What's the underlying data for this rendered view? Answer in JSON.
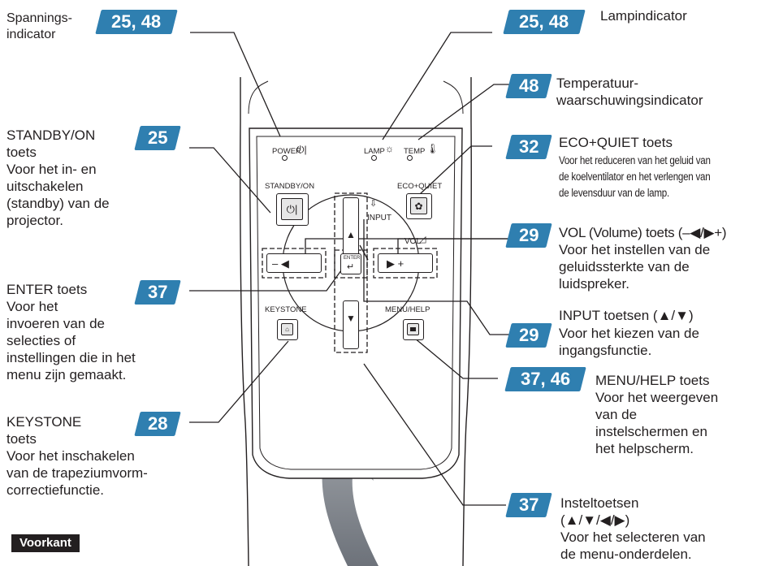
{
  "badges": {
    "power": "25, 48",
    "standby": "25",
    "enter": "37",
    "keystone": "28",
    "lamp": "25, 48",
    "temp": "48",
    "eco": "32",
    "vol": "29",
    "input": "29",
    "menu": "37, 46",
    "adjust": "37"
  },
  "left": {
    "power_title": [
      "Spannings-",
      "indicator"
    ],
    "standby_title": [
      "STANDBY/ON",
      "toets"
    ],
    "standby_desc": [
      "Voor het in- en",
      "uitschakelen",
      "(standby) van de",
      "projector."
    ],
    "enter_title": "ENTER toets",
    "enter_desc": [
      "Voor het",
      "invoeren van de",
      "selecties of",
      "instellingen die in het",
      "menu zijn gemaakt."
    ],
    "keystone_title": [
      "KEYSTONE",
      "toets"
    ],
    "keystone_desc": [
      "Voor het inschakelen",
      "van de trapeziumvorm-",
      "correctiefunctie."
    ],
    "front_label": "Voorkant"
  },
  "right": {
    "lamp_title": "Lampindicator",
    "temp_title": [
      "Temperatuur-",
      "waarschuwingsindicator"
    ],
    "eco_title": "ECO+QUIET toets",
    "eco_desc": [
      "Voor het reduceren van het geluid van",
      "de koelventilator en het verlengen van",
      "de levensduur van de lamp."
    ],
    "vol_title": "VOL (Volume) toets (–◀/▶+)",
    "vol_desc": [
      "Voor het instellen van de",
      "geluidssterkte van de",
      "luidspreker."
    ],
    "input_title": "INPUT toetsen (▲/▼)",
    "input_desc": [
      "Voor het kiezen van de",
      "ingangsfunctie."
    ],
    "menu_title": "MENU/HELP toets",
    "menu_desc": [
      "Voor het weergeven",
      "van de",
      "instelschermen en",
      "het helpscherm."
    ],
    "adjust_title": [
      "Insteltoetsen",
      "(▲/▼/◀/▶)"
    ],
    "adjust_desc": [
      "Voor het selecteren van",
      "de menu-onderdelen."
    ]
  },
  "remote": {
    "power": "POWER",
    "lamp": "LAMP",
    "temp": "TEMP",
    "standby": "STANDBY/ON",
    "eco": "ECO+QUIET",
    "input": "INPUT",
    "vol": "VOL",
    "enter": "ENTER",
    "keystone": "KEYSTONE",
    "menu": "MENU/HELP",
    "minus": "– ◀",
    "plus": "▶ +"
  },
  "colors": {
    "badge": "#2f7fb0",
    "line": "#231f20",
    "arrow": "#8a8f96"
  }
}
